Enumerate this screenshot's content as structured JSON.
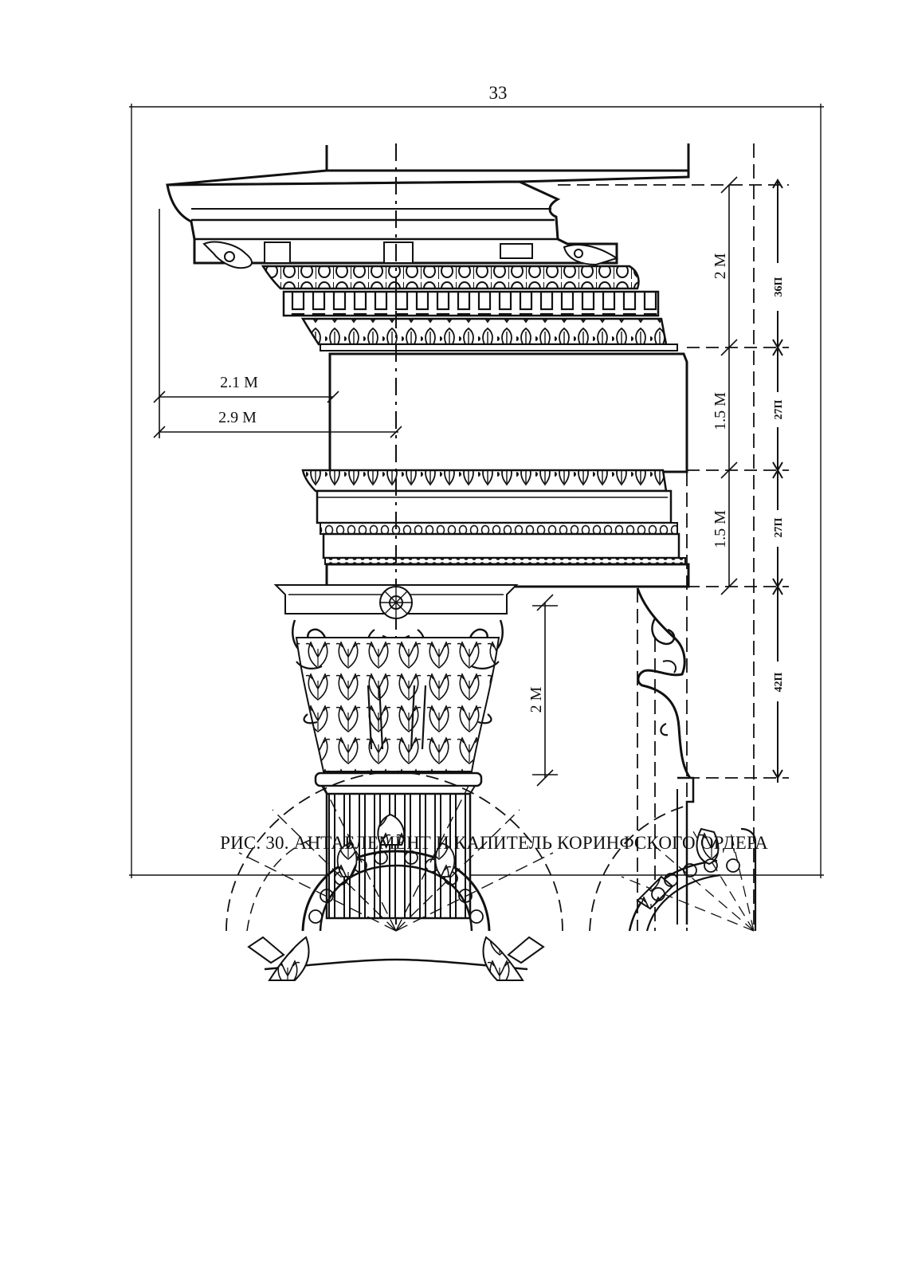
{
  "page": {
    "number": "33"
  },
  "dimensions": {
    "cornice": "2 М",
    "frieze": "1.5 М",
    "architrave": "1.5 М",
    "capital": "2 М",
    "projection_a": "2.1 М",
    "projection_b": "2.9 М",
    "part_cornice": "36П",
    "part_frieze": "27П",
    "part_architrave": "27П",
    "part_capital": "42П"
  },
  "caption": "РИС. 30. АНТАБЛЕМЕНТ И КАПИТЕЛЬ КОРИНФСКОГО ОРДЕРА"
}
